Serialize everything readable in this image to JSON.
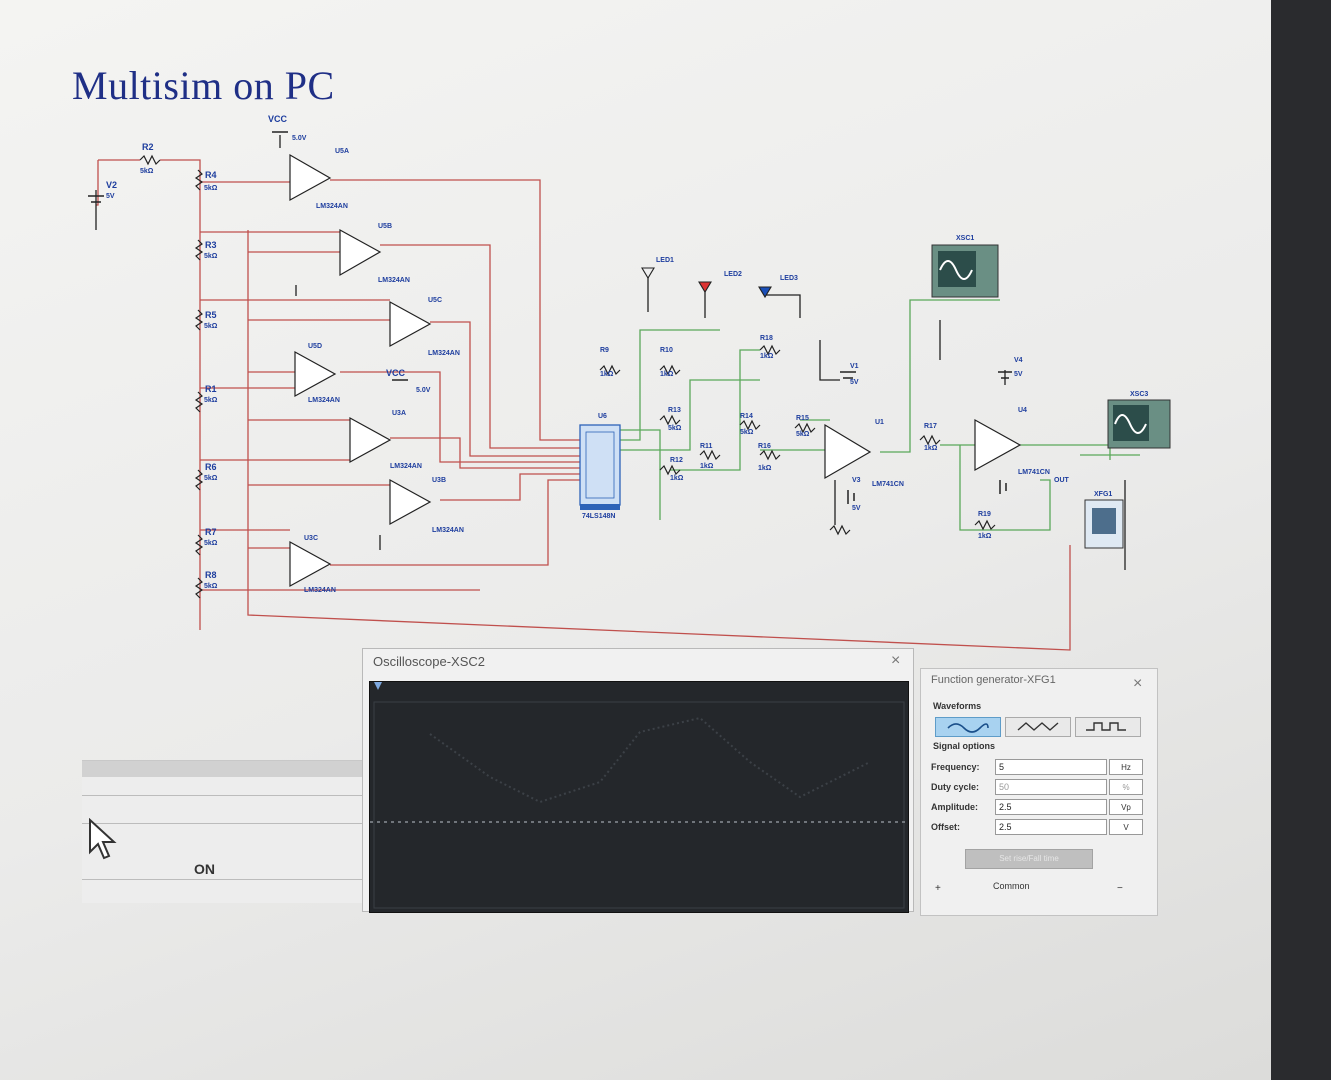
{
  "slide": {
    "title": "Multisim on PC"
  },
  "schematic": {
    "labels": [
      "VCC",
      "5.0V",
      "R2",
      "5kΩ",
      "V2",
      "5V",
      "R4",
      "5kΩ",
      "R3",
      "5kΩ",
      "R5",
      "5kΩ",
      "R1",
      "5kΩ",
      "R6",
      "5kΩ",
      "R7",
      "5kΩ",
      "R8",
      "5kΩ",
      "U5A",
      "LM324AN",
      "U5B",
      "LM324AN",
      "U5C",
      "LM324AN",
      "U5D",
      "LM324AN",
      "U3A",
      "LM324AN",
      "U3B",
      "LM324AN",
      "U3C",
      "LM324AN",
      "VCC",
      "5.0V",
      "U6",
      "74LS148N",
      "R13",
      "5kΩ",
      "R9",
      "1kΩ",
      "R10",
      "1kΩ",
      "R11",
      "1kΩ",
      "R12",
      "1kΩ",
      "LED1",
      "LED2",
      "LED3",
      "R18",
      "1kΩ",
      "R14",
      "5kΩ",
      "R15",
      "5kΩ",
      "R16",
      "1kΩ",
      "V1",
      "5V",
      "U1",
      "LM741CN",
      "V3",
      "5V",
      "R17",
      "1kΩ",
      "V4",
      "5V",
      "U4",
      "LM741CN",
      "OUT",
      "R19",
      "1kΩ",
      "XSC1",
      "XSC3",
      "XFG1"
    ]
  },
  "oscilloscope": {
    "title": "Oscilloscope-XSC2",
    "close": "×"
  },
  "function_generator": {
    "title": "Function generator-XFG1",
    "close": "×",
    "waveforms_label": "Waveforms",
    "signal_options_label": "Signal options",
    "fields": [
      {
        "label": "Frequency:",
        "value": "5",
        "unit": "Hz"
      },
      {
        "label": "Duty cycle:",
        "value": "50",
        "unit": "%"
      },
      {
        "label": "Amplitude:",
        "value": "2.5",
        "unit": "Vp"
      },
      {
        "label": "Offset:",
        "value": "2.5",
        "unit": "V"
      }
    ],
    "rise_fall_button": "Set rise/Fall time",
    "common_label": "Common",
    "plus": "+",
    "minus": "−"
  },
  "left_panel": {
    "on_label": "ON"
  }
}
